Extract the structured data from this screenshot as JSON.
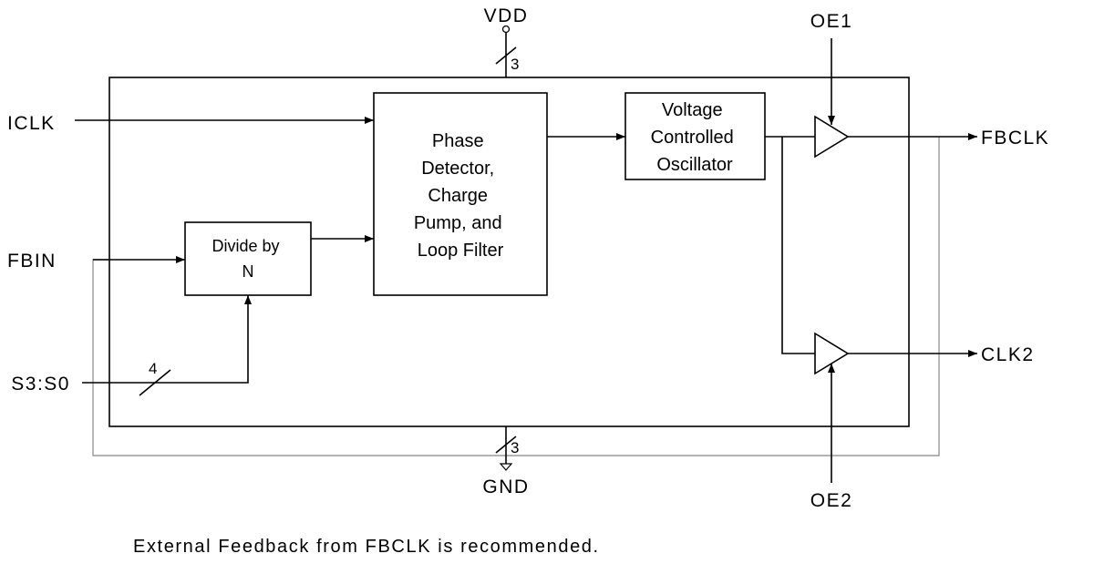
{
  "pins": {
    "vdd": "VDD",
    "gnd": "GND",
    "iclk": "ICLK",
    "fbin": "FBIN",
    "sel": "S3:S0",
    "oe1": "OE1",
    "oe2": "OE2",
    "fbclk": "FBCLK",
    "clk2": "CLK2"
  },
  "buses": {
    "vdd_width": "3",
    "gnd_width": "3",
    "sel_width": "4"
  },
  "blocks": {
    "pll": [
      "Phase",
      "Detector,",
      "Charge",
      "Pump, and",
      "Loop Filter"
    ],
    "vco": [
      "Voltage",
      "Controlled",
      "Oscillator"
    ],
    "divider": [
      "Divide by",
      "N"
    ]
  },
  "note": "External Feedback from FBCLK is recommended."
}
